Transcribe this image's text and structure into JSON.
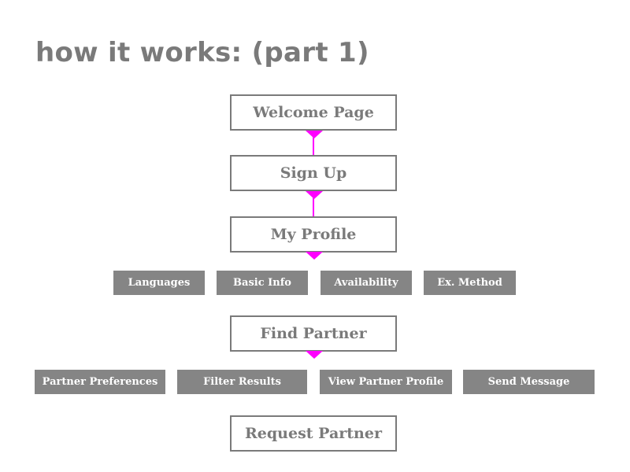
{
  "title": "how it works: (part 1)",
  "steps": {
    "welcome": "Welcome Page",
    "signup": "Sign Up",
    "profile": "My Profile",
    "find_partner": "Find Partner",
    "request_partner": "Request Partner"
  },
  "profile_sections": [
    "Languages",
    "Basic Info",
    "Availability",
    "Ex. Method"
  ],
  "partner_actions": [
    "Partner Preferences",
    "Filter Results",
    "View Partner Profile",
    "Send Message"
  ],
  "colors": {
    "text": "#7a7a7a",
    "box_border": "#7a7a7a",
    "chip_bg": "#858585",
    "chip_text": "#ffffff",
    "accent": "#ff00ff"
  }
}
